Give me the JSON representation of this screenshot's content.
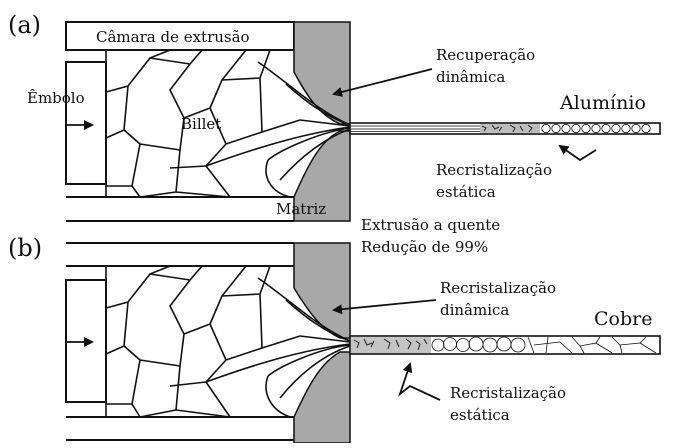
{
  "panel_a": {
    "tag": "(a)",
    "chamber_label": "Câmara de extrusão",
    "ram_label": "Êmbolo",
    "billet_label": "Billet",
    "die_label": "Matriz",
    "dynamic_label_1": "Recuperação",
    "dynamic_label_2": "dinâmica",
    "metal_label": "Alumínio",
    "static_label_1": "Recristalização",
    "static_label_2": "estática"
  },
  "process": {
    "line1": "Extrusão a quente",
    "line2": "Redução de 99%"
  },
  "panel_b": {
    "tag": "(b)",
    "dynamic_label_1": "Recristalização",
    "dynamic_label_2": "dinâmica",
    "metal_label": "Cobre",
    "static_label_1": "Recristalização",
    "static_label_2": "estática"
  },
  "colors": {
    "die_fill": "#a8a8a8",
    "outline": "#111111",
    "background": "#ffffff"
  }
}
